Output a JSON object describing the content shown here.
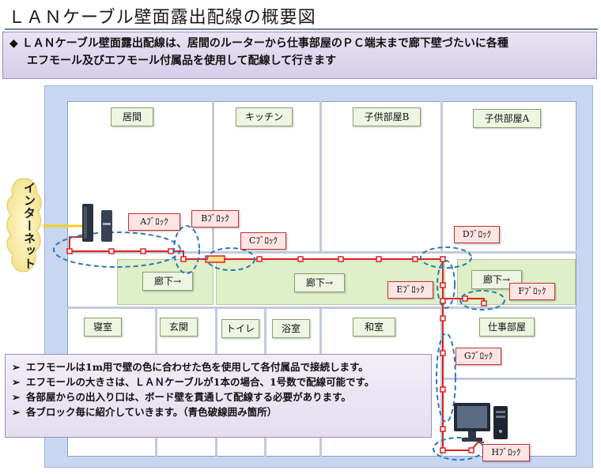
{
  "title": "ＬＡＮケーブル壁面露出配線の概要図",
  "intro": {
    "bullet": "◆",
    "line1": "ＬＡＮケーブル壁面露出配線は、居間のルーターから仕事部屋のＰＣ端末まで廊下壁づたいに各種",
    "line2": "エフモール及びエフモール付属品を使用して配線して行きます"
  },
  "internet_label": "インターネット",
  "rooms": {
    "living": "居間",
    "kitchen": "キッチン",
    "child_b": "子供部屋B",
    "child_a": "子供部屋A",
    "corridor_left": "廊下→",
    "corridor_center": "廊下→",
    "corridor_right": "廊下→",
    "bedroom": "寝室",
    "entrance": "玄関",
    "toilet": "トイレ",
    "bathroom": "浴室",
    "japanese_room": "和室",
    "workroom": "仕事部屋"
  },
  "blocks": {
    "a": "Aﾌﾞﾛｯｸ",
    "b": "Bﾌﾞﾛｯｸ",
    "c": "Cﾌﾞﾛｯｸ",
    "d": "Dﾌﾞﾛｯｸ",
    "e": "Eﾌﾞﾛｯｸ",
    "f": "Fﾌﾞﾛｯｸ",
    "g": "Gﾌﾞﾛｯｸ",
    "h": "Hﾌﾞﾛｯｸ"
  },
  "notes": {
    "bullet": "➢",
    "items": [
      "エフモールは1m用で壁の色に合わせた色を使用して各付属品で接続します。",
      "エフモールの大きさは、ＬＡＮケーブルが1本の場合、1号数で配線可能です。",
      "各部屋からの出入り口は、ボード壁を貫通して配線する必要があります。",
      "各ブロック毎に紹介していきます。（青色破線囲み箇所）"
    ]
  },
  "colors": {
    "cable": "#e02020",
    "dashed_ellipse": "#2a7ab8",
    "wall": "#c4cadc",
    "corridor": "#dfefc8",
    "note_bg": "#e9e3f3",
    "house_bg": "#c8d6f2"
  },
  "icons": {
    "router": "router-icon",
    "monitor": "monitor-icon",
    "pc_tower": "pc-tower-icon",
    "cloud": "cloud-icon"
  }
}
